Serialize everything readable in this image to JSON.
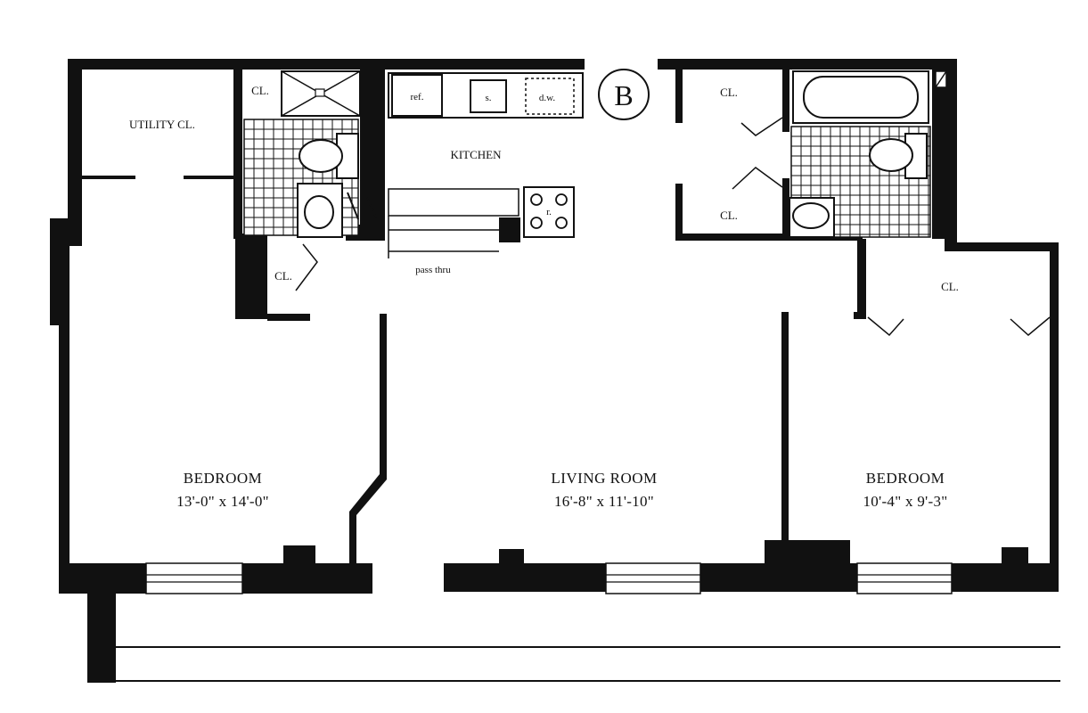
{
  "plan": {
    "unit_badge": "B",
    "rooms": {
      "bedroom_left": {
        "name": "BEDROOM",
        "size": "13'-0\" x 14'-0\""
      },
      "living_room": {
        "name": "LIVING ROOM",
        "size": "16'-8\" x 11'-10\""
      },
      "bedroom_right": {
        "name": "BEDROOM",
        "size": "10'-4\" x 9'-3\""
      },
      "kitchen": {
        "name": "KITCHEN"
      },
      "utility_closet": {
        "name": "UTILITY CL."
      }
    },
    "closet_label": "CL.",
    "kitchen_fixtures": {
      "refrigerator": "ref.",
      "sink": "s.",
      "dishwasher": "d.w.",
      "range": "r."
    },
    "pass_through": "pass thru"
  }
}
